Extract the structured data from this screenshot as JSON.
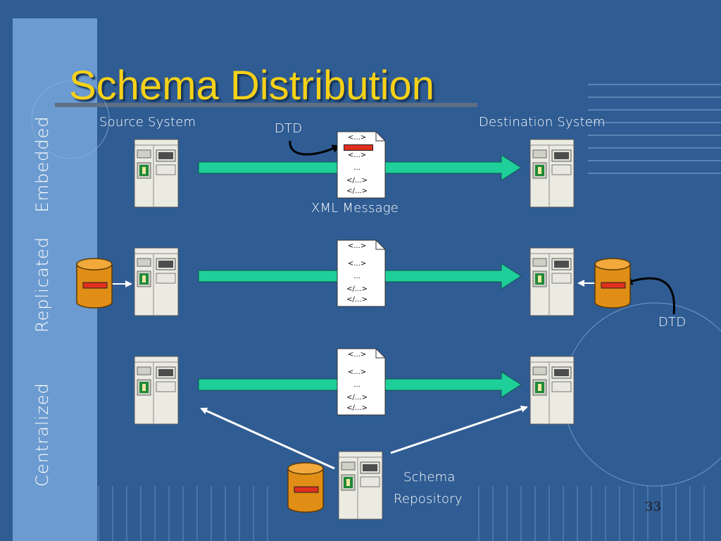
{
  "title": "Schema Distribution",
  "labels": {
    "source_system": "Source System",
    "destination_system": "Destination System",
    "dtd_top": "DTD",
    "xml_message": "XML Message",
    "dtd_right": "DTD",
    "schema_repository_line1": "Schema",
    "schema_repository_line2": "Repository"
  },
  "rows": {
    "embedded": "Embedded",
    "replicated": "Replicated",
    "centralized": "Centralized"
  },
  "document_lines": {
    "line1": "<...>",
    "line2": "<...>",
    "line3": "...",
    "line4": "</...>",
    "line5": "</...>"
  },
  "page_number": "33",
  "colors": {
    "background": "#2f5c93",
    "title": "#f7d117",
    "arrow": "#1fcf9a",
    "database": "#e08e16",
    "dtd_marker": "#e0301e"
  }
}
